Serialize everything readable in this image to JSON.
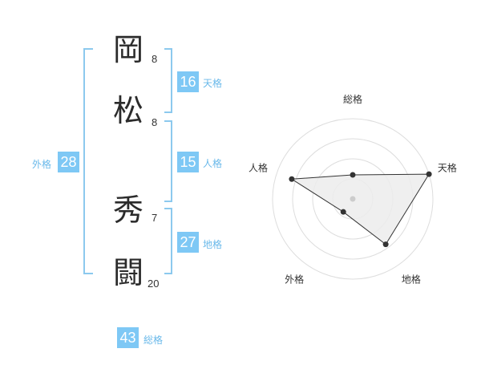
{
  "name": {
    "chars": [
      {
        "char": "岡",
        "strokes": "8"
      },
      {
        "char": "松",
        "strokes": "8"
      },
      {
        "char": "秀",
        "strokes": "7"
      },
      {
        "char": "闘",
        "strokes": "20"
      }
    ]
  },
  "fortune": {
    "tenkaku": {
      "value": "16",
      "label": "天格"
    },
    "jinkaku": {
      "value": "15",
      "label": "人格"
    },
    "chikaku": {
      "value": "27",
      "label": "地格"
    },
    "gaikaku": {
      "value": "28",
      "label": "外格"
    },
    "soukaku": {
      "value": "43",
      "label": "総格"
    }
  },
  "chart_data": {
    "type": "radar",
    "axes": [
      "総格",
      "天格",
      "地格",
      "外格",
      "人格"
    ],
    "values": [
      1.5,
      5,
      3.5,
      1,
      4
    ],
    "max": 5,
    "rings": 4,
    "colors": {
      "fill": "#ececec",
      "line": "#333333",
      "grid": "#dddddd",
      "point": "#333333",
      "center": "#cccccc"
    }
  }
}
